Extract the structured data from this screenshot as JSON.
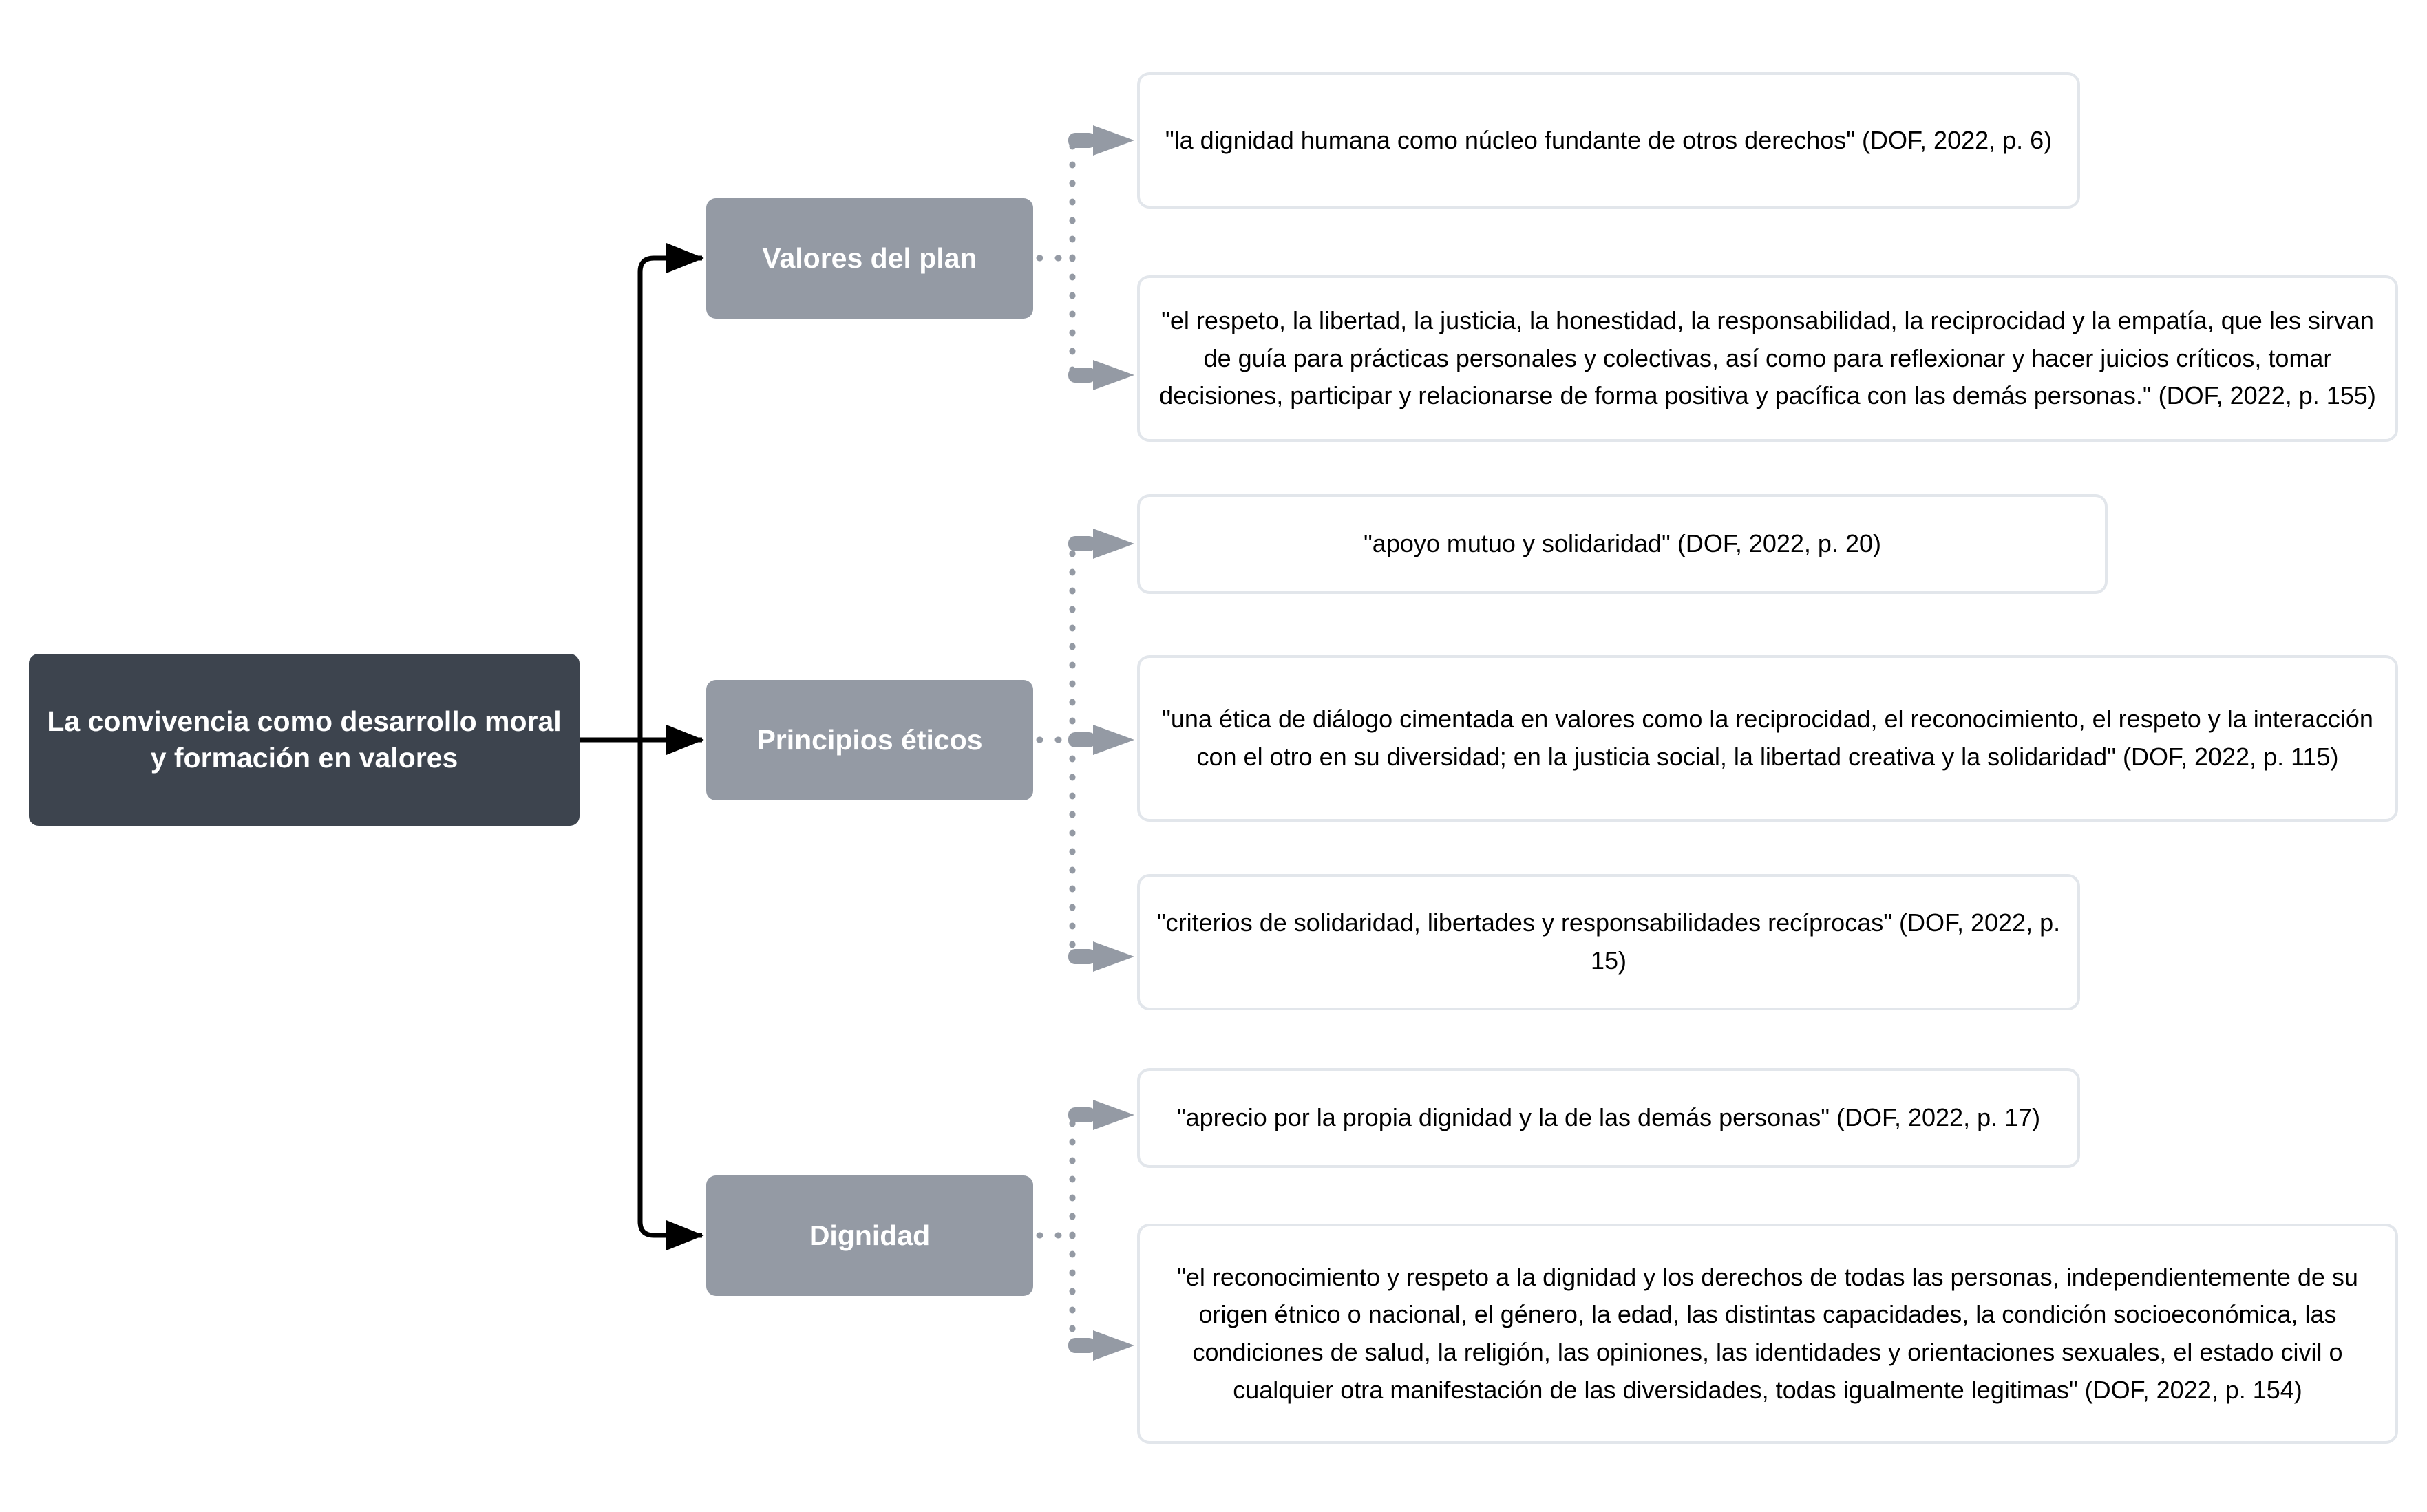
{
  "diagram": {
    "type": "mind-map",
    "orientation": "left-to-right",
    "colors": {
      "root_fill": "#3d444e",
      "branch_fill": "#949aa4",
      "leaf_fill": "#ffffff",
      "leaf_border": "#e2e6eb",
      "root_connector": "#000000",
      "leaf_connector": "#949aa4",
      "text_dark": "#000000",
      "text_light": "#ffffff",
      "background": "#ffffff"
    },
    "root": {
      "label": "La convivencia como desarrollo moral y formación en valores"
    },
    "branches": [
      {
        "id": "valores-del-plan",
        "label": "Valores del plan",
        "leaves": [
          {
            "id": "valores-leaf-1",
            "text": "\"la dignidad humana como núcleo fundante de otros derechos\" (DOF, 2022, p. 6)",
            "source": "DOF",
            "year": "2022",
            "page": "6"
          },
          {
            "id": "valores-leaf-2",
            "text": "\"el respeto, la libertad, la justicia, la honestidad, la responsabilidad, la reciprocidad y la empatía, que les sirvan de guía para prácticas personales y colectivas, así como para reflexionar y hacer juicios críticos, tomar decisiones, participar y relacionarse de forma positiva y pacífica con las demás personas.\" (DOF, 2022, p. 155)",
            "source": "DOF",
            "year": "2022",
            "page": "155"
          }
        ]
      },
      {
        "id": "principios-eticos",
        "label": "Principios éticos",
        "leaves": [
          {
            "id": "principios-leaf-1",
            "text": "\"apoyo mutuo y solidaridad\" (DOF, 2022, p. 20)",
            "source": "DOF",
            "year": "2022",
            "page": "20"
          },
          {
            "id": "principios-leaf-2",
            "text": "\"una ética de diálogo cimentada en valores como la reciprocidad, el reconocimiento, el respeto y la interacción con el otro en su diversidad; en la justicia social, la libertad creativa y la solidaridad\" (DOF, 2022, p. 115)",
            "source": "DOF",
            "year": "2022",
            "page": "115"
          },
          {
            "id": "principios-leaf-3",
            "text": "\"criterios de solidaridad, libertades y responsabilidades recíprocas\" (DOF, 2022, p. 15)",
            "source": "DOF",
            "year": "2022",
            "page": "15"
          }
        ]
      },
      {
        "id": "dignidad",
        "label": "Dignidad",
        "leaves": [
          {
            "id": "dignidad-leaf-1",
            "text": "\"aprecio por la propia dignidad y la de las demás personas\" (DOF, 2022, p. 17)",
            "source": "DOF",
            "year": "2022",
            "page": "17"
          },
          {
            "id": "dignidad-leaf-2",
            "text": "\"el reconocimiento y respeto a la dignidad y los derechos de todas las personas, independientemente de su origen étnico o nacional, el género, la edad, las distintas capacidades, la condición socioeconómica, las condiciones de salud, la religión, las opiniones, las identidades y orientaciones sexuales, el estado civil o cualquier otra manifestación de las diversidades, todas igualmente legitimas\" (DOF, 2022, p. 154)",
            "source": "DOF",
            "year": "2022",
            "page": "154"
          }
        ]
      }
    ]
  }
}
